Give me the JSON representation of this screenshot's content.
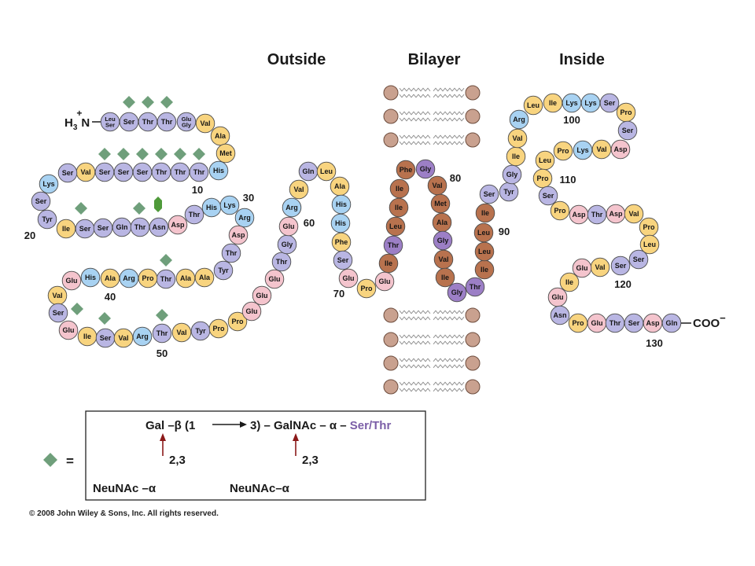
{
  "headings": {
    "outside": "Outside",
    "bilayer": "Bilayer",
    "inside": "Inside"
  },
  "n_terminus": {
    "base": "H",
    "sub": "3",
    "sup": "+",
    "atom": "N"
  },
  "c_terminus": {
    "base": "COO",
    "sup": "−"
  },
  "residues": [
    {
      "name": "Leu",
      "alt": "Ser",
      "color": "#b9b6e3"
    },
    {
      "name": "Ser",
      "color": "#b9b6e3"
    },
    {
      "name": "Thr",
      "color": "#b9b6e3"
    },
    {
      "name": "Thr",
      "color": "#b9b6e3"
    },
    {
      "name": "Glu",
      "alt": "Gly",
      "color": "#b9b6e3"
    },
    {
      "name": "Val",
      "color": "#f8d47f"
    },
    {
      "name": "Ala",
      "color": "#f8d47f"
    },
    {
      "name": "Met",
      "color": "#f8d47f"
    },
    {
      "name": "His",
      "color": "#a8d2f2"
    },
    {
      "name": "Thr",
      "color": "#b9b6e3"
    },
    {
      "name": "Thr",
      "color": "#b9b6e3"
    },
    {
      "name": "Thr",
      "color": "#b9b6e3"
    },
    {
      "name": "Ser",
      "color": "#b9b6e3"
    },
    {
      "name": "Ser",
      "color": "#b9b6e3"
    },
    {
      "name": "Ser",
      "color": "#b9b6e3"
    },
    {
      "name": "Val",
      "color": "#f8d47f"
    },
    {
      "name": "Ser",
      "color": "#b9b6e3"
    },
    {
      "name": "Lys",
      "color": "#a8d2f2"
    },
    {
      "name": "Ser",
      "color": "#b9b6e3"
    },
    {
      "name": "Tyr",
      "color": "#b9b6e3"
    },
    {
      "name": "Ile",
      "color": "#f8d47f"
    },
    {
      "name": "Ser",
      "color": "#b9b6e3"
    },
    {
      "name": "Ser",
      "color": "#b9b6e3"
    },
    {
      "name": "Gln",
      "color": "#b9b6e3"
    },
    {
      "name": "Thr",
      "color": "#b9b6e3"
    },
    {
      "name": "Asn",
      "color": "#b9b6e3"
    },
    {
      "name": "Asp",
      "color": "#f4c4cd"
    },
    {
      "name": "Thr",
      "color": "#b9b6e3"
    },
    {
      "name": "His",
      "color": "#a8d2f2"
    },
    {
      "name": "Lys",
      "color": "#a8d2f2"
    },
    {
      "name": "Arg",
      "color": "#a8d2f2"
    },
    {
      "name": "Asp",
      "color": "#f4c4cd"
    },
    {
      "name": "Thr",
      "color": "#b9b6e3"
    },
    {
      "name": "Tyr",
      "color": "#b9b6e3"
    },
    {
      "name": "Ala",
      "color": "#f8d47f"
    },
    {
      "name": "Ala",
      "color": "#f8d47f"
    },
    {
      "name": "Thr",
      "color": "#b9b6e3"
    },
    {
      "name": "Pro",
      "color": "#f8d47f"
    },
    {
      "name": "Arg",
      "color": "#a8d2f2"
    },
    {
      "name": "Ala",
      "color": "#f8d47f"
    },
    {
      "name": "His",
      "color": "#a8d2f2"
    },
    {
      "name": "Glu",
      "color": "#f4c4cd"
    },
    {
      "name": "Val",
      "color": "#f8d47f"
    },
    {
      "name": "Ser",
      "color": "#b9b6e3"
    },
    {
      "name": "Glu",
      "color": "#f4c4cd"
    },
    {
      "name": "Ile",
      "color": "#f8d47f"
    },
    {
      "name": "Ser",
      "color": "#b9b6e3"
    },
    {
      "name": "Val",
      "color": "#f8d47f"
    },
    {
      "name": "Arg",
      "color": "#a8d2f2"
    },
    {
      "name": "Thr",
      "color": "#b9b6e3"
    },
    {
      "name": "Val",
      "color": "#f8d47f"
    },
    {
      "name": "Tyr",
      "color": "#b9b6e3"
    },
    {
      "name": "Pro",
      "color": "#f8d47f"
    },
    {
      "name": "Pro",
      "color": "#f8d47f"
    },
    {
      "name": "Glu",
      "color": "#f4c4cd"
    },
    {
      "name": "Glu",
      "color": "#f4c4cd"
    },
    {
      "name": "Glu",
      "color": "#f4c4cd"
    },
    {
      "name": "Thr",
      "color": "#b9b6e3"
    },
    {
      "name": "Gly",
      "color": "#b9b6e3"
    },
    {
      "name": "Glu",
      "color": "#f4c4cd"
    },
    {
      "name": "Arg",
      "color": "#a8d2f2"
    },
    {
      "name": "Val",
      "color": "#f8d47f"
    },
    {
      "name": "Gln",
      "color": "#b9b6e3"
    },
    {
      "name": "Leu",
      "color": "#f8d47f"
    },
    {
      "name": "Ala",
      "color": "#f8d47f"
    },
    {
      "name": "His",
      "color": "#a8d2f2"
    },
    {
      "name": "His",
      "color": "#a8d2f2"
    },
    {
      "name": "Phe",
      "color": "#f8d47f"
    },
    {
      "name": "Ser",
      "color": "#b9b6e3"
    },
    {
      "name": "Glu",
      "color": "#f4c4cd"
    },
    {
      "name": "Pro",
      "color": "#f8d47f"
    },
    {
      "name": "Glu",
      "color": "#f4c4cd"
    },
    {
      "name": "Ile",
      "color": "#b8724e"
    },
    {
      "name": "Thr",
      "color": "#9c7fc6"
    },
    {
      "name": "Leu",
      "color": "#b8724e"
    },
    {
      "name": "Ile",
      "color": "#b8724e"
    },
    {
      "name": "Ile",
      "color": "#b8724e"
    },
    {
      "name": "Phe",
      "color": "#b8724e"
    },
    {
      "name": "Gly",
      "color": "#9c7fc6"
    },
    {
      "name": "Val",
      "color": "#b8724e"
    },
    {
      "name": "Met",
      "color": "#b8724e"
    },
    {
      "name": "Ala",
      "color": "#b8724e"
    },
    {
      "name": "Gly",
      "color": "#9c7fc6"
    },
    {
      "name": "Val",
      "color": "#b8724e"
    },
    {
      "name": "Ile",
      "color": "#b8724e"
    },
    {
      "name": "Gly",
      "color": "#9c7fc6"
    },
    {
      "name": "Thr",
      "color": "#9c7fc6"
    },
    {
      "name": "Ile",
      "color": "#b8724e"
    },
    {
      "name": "Leu",
      "color": "#b8724e"
    },
    {
      "name": "Leu",
      "color": "#b8724e"
    },
    {
      "name": "Ile",
      "color": "#b8724e"
    },
    {
      "name": "Ser",
      "color": "#b9b6e3"
    },
    {
      "name": "Tyr",
      "color": "#b9b6e3"
    },
    {
      "name": "Gly",
      "color": "#b9b6e3"
    },
    {
      "name": "Ile",
      "color": "#f8d47f"
    },
    {
      "name": "Val",
      "color": "#f8d47f"
    },
    {
      "name": "Arg",
      "color": "#a8d2f2"
    },
    {
      "name": "Leu",
      "color": "#f8d47f"
    },
    {
      "name": "Ile",
      "color": "#f8d47f"
    },
    {
      "name": "Lys",
      "color": "#a8d2f2"
    },
    {
      "name": "Lys",
      "color": "#a8d2f2"
    },
    {
      "name": "Ser",
      "color": "#b9b6e3"
    },
    {
      "name": "Pro",
      "color": "#f8d47f"
    },
    {
      "name": "Ser",
      "color": "#b9b6e3"
    },
    {
      "name": "Asp",
      "color": "#f4c4cd"
    },
    {
      "name": "Val",
      "color": "#f8d47f"
    },
    {
      "name": "Lys",
      "color": "#a8d2f2"
    },
    {
      "name": "Pro",
      "color": "#f8d47f"
    },
    {
      "name": "Leu",
      "color": "#f8d47f"
    },
    {
      "name": "Pro",
      "color": "#f8d47f"
    },
    {
      "name": "Ser",
      "color": "#b9b6e3"
    },
    {
      "name": "Pro",
      "color": "#f8d47f"
    },
    {
      "name": "Asp",
      "color": "#f4c4cd"
    },
    {
      "name": "Thr",
      "color": "#b9b6e3"
    },
    {
      "name": "Asp",
      "color": "#f4c4cd"
    },
    {
      "name": "Val",
      "color": "#f8d47f"
    },
    {
      "name": "Pro",
      "color": "#f8d47f"
    },
    {
      "name": "Leu",
      "color": "#f8d47f"
    },
    {
      "name": "Ser",
      "color": "#b9b6e3"
    },
    {
      "name": "Ser",
      "color": "#b9b6e3"
    },
    {
      "name": "Val",
      "color": "#f8d47f"
    },
    {
      "name": "Glu",
      "color": "#f4c4cd"
    },
    {
      "name": "Ile",
      "color": "#f8d47f"
    },
    {
      "name": "Glu",
      "color": "#f4c4cd"
    },
    {
      "name": "Asn",
      "color": "#b9b6e3"
    },
    {
      "name": "Pro",
      "color": "#f8d47f"
    },
    {
      "name": "Glu",
      "color": "#f4c4cd"
    },
    {
      "name": "Thr",
      "color": "#b9b6e3"
    },
    {
      "name": "Ser",
      "color": "#b9b6e3"
    },
    {
      "name": "Asp",
      "color": "#f4c4cd"
    },
    {
      "name": "Gln",
      "color": "#b9b6e3"
    }
  ],
  "residue_numbers": [
    "10",
    "20",
    "30",
    "40",
    "50",
    "60",
    "70",
    "80",
    "90",
    "100",
    "110",
    "120",
    "130"
  ],
  "glycosylation": {
    "o_linked_sites": [
      2,
      3,
      4,
      10,
      11,
      12,
      13,
      14,
      15,
      22,
      25,
      37,
      44,
      47,
      50
    ],
    "n_linked_sites": [
      26
    ]
  },
  "legend": {
    "equals": "=",
    "linkage_left": "Gal –β (1",
    "linkage_right": "3) – GalNAc – α – ",
    "linkage_residue": "Ser/Thr",
    "branch_a_position": "2,3",
    "branch_a_sugar": "NeuNAc –α",
    "branch_b_position": "2,3",
    "branch_b_sugar": "NeuNAc–α"
  },
  "copyright": "© 2008 John Wiley & Sons, Inc. All rights reserved.",
  "colors": {
    "o_glycan": "#6f9f7b",
    "n_glycan": "#4f9a3a",
    "sugar": "#8b1a1a",
    "ser_thr": "#7b5ea7",
    "lipid_head": "#c9a18f",
    "lipid_head_outline": "#6d4c3d",
    "lipid_tail": "#8c8c8c",
    "residue_outline": "#4b4b4b",
    "ink": "#1a1a1a"
  }
}
